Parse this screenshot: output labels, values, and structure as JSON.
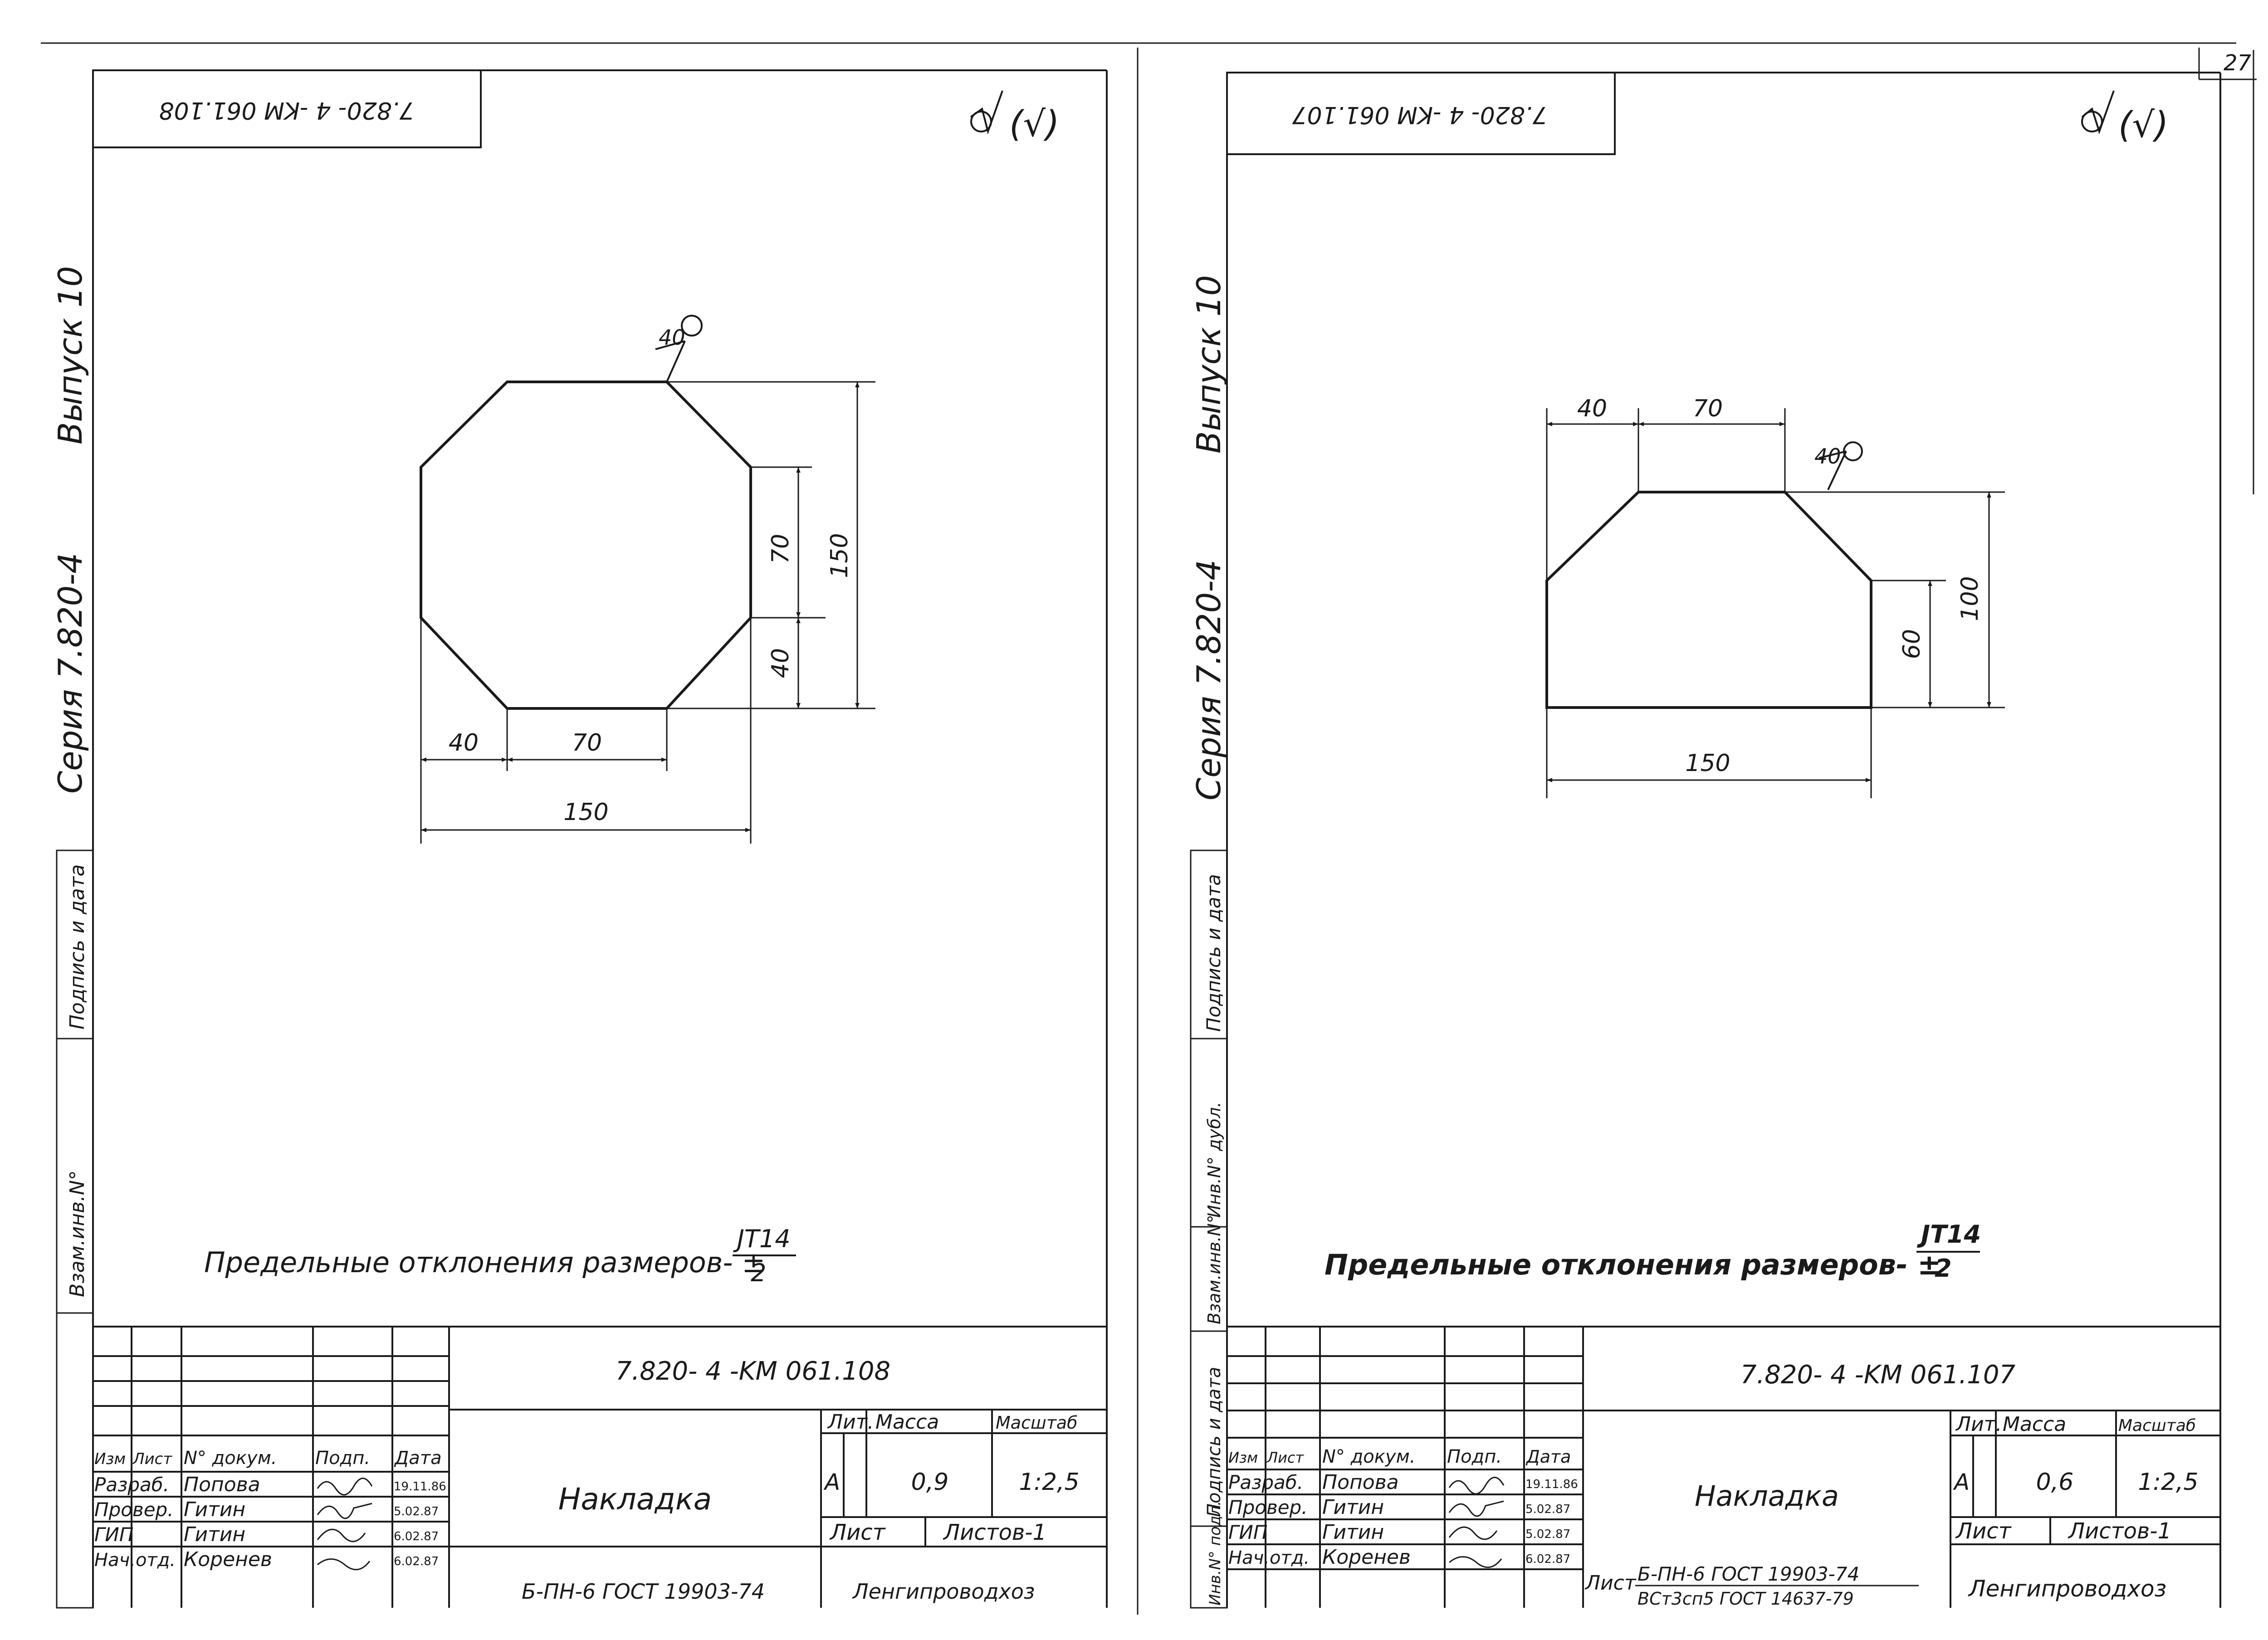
{
  "page_number": "27",
  "sheet_left": {
    "stamp_code": "7.820- 4 -KM 061.108",
    "series_label": "Серия 7.820-4",
    "issue_label": "Выпуск 10",
    "roughness_mark": "(√)",
    "weld_mark": "40",
    "dims": {
      "top_chamfer": "40",
      "top_flat": "70",
      "right_total": "150",
      "bottom_chamfer": "40",
      "bottom_flat": "70",
      "bottom_total": "150"
    },
    "tolerance_text": "Предельные отклонения размеров- ±",
    "tolerance_num": "JT14",
    "tolerance_den": "2",
    "titleblock": {
      "doc_code": "7.820- 4 -KM 061.108",
      "header": {
        "izm": "Изм",
        "list": "Лист",
        "ndoc": "N° докум.",
        "podp": "Подп.",
        "data": "Дата"
      },
      "rows": [
        {
          "role": "Разраб.",
          "name": "Попова",
          "date": "19.11.86"
        },
        {
          "role": "Провер.",
          "name": "Гитин",
          "date": "5.02.87"
        },
        {
          "role": "ГИП",
          "name": "Гитин",
          "date": "6.02.87"
        },
        {
          "role": "Нач.отд.",
          "name": "Коренев",
          "date": "6.02.87"
        }
      ],
      "title": "Накладка",
      "lit_label": "Лит.",
      "mass_label": "Масса",
      "scale_label": "Масштаб",
      "lit_value": "А",
      "mass_value": "0,9",
      "scale_value": "1:2,5",
      "sheet_label": "Лист",
      "sheets_label": "Листов-1",
      "material": "Б-ПН-6 ГОСТ 19903-74",
      "org": "Ленгипроводхоз"
    },
    "sidebar_labels": [
      "Взам.инв.N°",
      "Подпись и дата"
    ]
  },
  "sheet_right": {
    "stamp_code": "7.820- 4 -KM 061.107",
    "series_label": "Серия 7.820-4",
    "issue_label": "Выпуск 10",
    "roughness_mark": "(√)",
    "weld_mark": "40",
    "dims": {
      "top_chamfer": "40",
      "top_flat": "70",
      "right_total": "100",
      "right_lower": "60",
      "bottom_total": "150"
    },
    "tolerance_text": "Предельные отклонения размеров- ±",
    "tolerance_num": "JT14",
    "tolerance_den": "2",
    "titleblock": {
      "doc_code": "7.820- 4 -KM 061.107",
      "header": {
        "izm": "Изм",
        "list": "Лист",
        "ndoc": "N° докум.",
        "podp": "Подп.",
        "data": "Дата"
      },
      "rows": [
        {
          "role": "Разраб.",
          "name": "Попова",
          "date": "19.11.86"
        },
        {
          "role": "Провер.",
          "name": "Гитин",
          "date": "5.02.87"
        },
        {
          "role": "ГИП",
          "name": "Гитин",
          "date": "5.02.87"
        },
        {
          "role": "Нач.отд.",
          "name": "Коренев",
          "date": "6.02.87"
        }
      ],
      "title": "Накладка",
      "lit_label": "Лит.",
      "mass_label": "Масса",
      "scale_label": "Масштаб",
      "lit_value": "А",
      "mass_value": "0,6",
      "scale_value": "1:2,5",
      "sheet_label": "Лист",
      "sheets_label": "Листов-1",
      "material_prefix": "Лист",
      "material": "Б-ПН-6 ГОСТ 19903-74",
      "material2": "ВСт3сп5 ГОСТ 14637-79",
      "org": "Ленгипроводхоз"
    },
    "sidebar_labels": [
      "Инв.N° подл.",
      "Подпись и дата",
      "Взам.инв.N°",
      "Инв.N° дубл.",
      "Подпись и дата"
    ]
  }
}
